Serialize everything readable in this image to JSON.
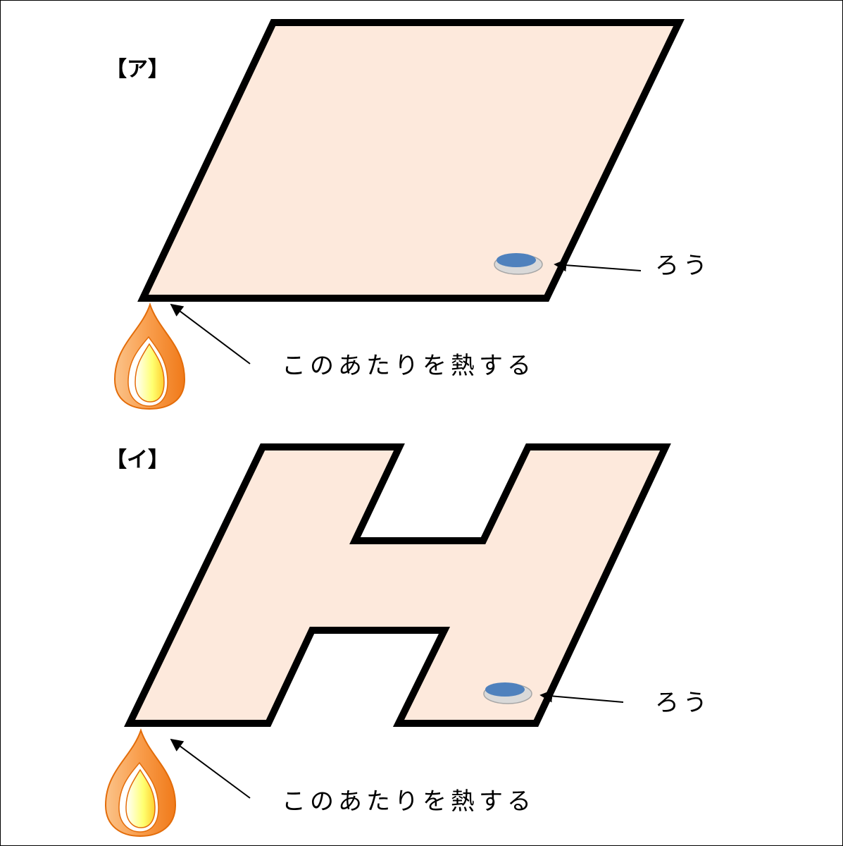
{
  "colors": {
    "plate_fill": "#fde9dc",
    "plate_stroke": "#000000",
    "wax_fill": "#4f81bd",
    "wax_base": "#d9d9d9",
    "flame_outer": "#f79646",
    "flame_inner": "#ffff66"
  },
  "panels": [
    {
      "label": "【ア】",
      "wax_label": "ろう",
      "heat_label": "このあたりを熱する"
    },
    {
      "label": "【イ】",
      "wax_label": "ろう",
      "heat_label": "このあたりを熱する"
    }
  ],
  "icons": [
    "flame-icon",
    "wax-icon",
    "arrow-icon"
  ]
}
